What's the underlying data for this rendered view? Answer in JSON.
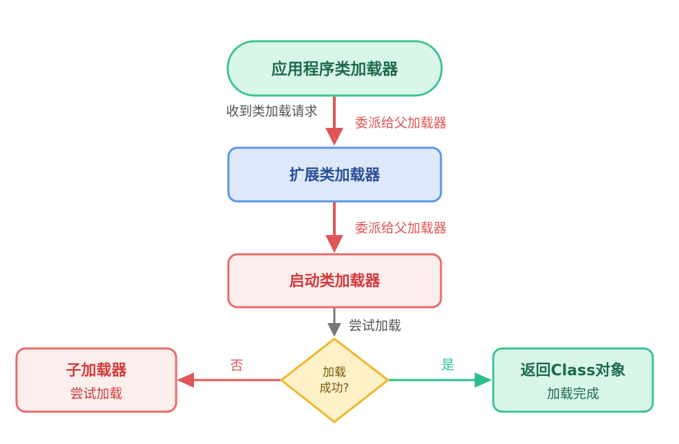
{
  "colors": {
    "red": "#e05555",
    "green": "#2bbf8a",
    "gray": "#777777",
    "app_fill": "#d9f7e9",
    "app_stroke": "#3cc48f",
    "app_text": "#1e6b4a",
    "ext_fill": "#dde9fb",
    "ext_stroke": "#5b95ea",
    "ext_text": "#2b4f98",
    "boot_fill": "#fdeeee",
    "boot_stroke": "#e86a6a",
    "boot_text": "#d23a3a",
    "diamond_fill": "#fdf1c8",
    "diamond_stroke": "#f0b62a",
    "diamond_text": "#7a5a12",
    "label_text": "#555555"
  },
  "nodes": {
    "app": {
      "label": "应用程序类加载器"
    },
    "ext": {
      "label": "扩展类加载器"
    },
    "boot": {
      "label": "启动类加载器"
    },
    "decision": {
      "line1": "加载",
      "line2": "成功?"
    },
    "child": {
      "title": "子加载器",
      "subtitle": "尝试加载"
    },
    "result": {
      "title": "返回Class对象",
      "subtitle": "加载完成"
    }
  },
  "edges": {
    "receive_request": "收到类加载请求",
    "delegate_1": "委派给父加载器",
    "delegate_2": "委派给父加载器",
    "try_load": "尝试加载",
    "no": "否",
    "yes": "是"
  }
}
